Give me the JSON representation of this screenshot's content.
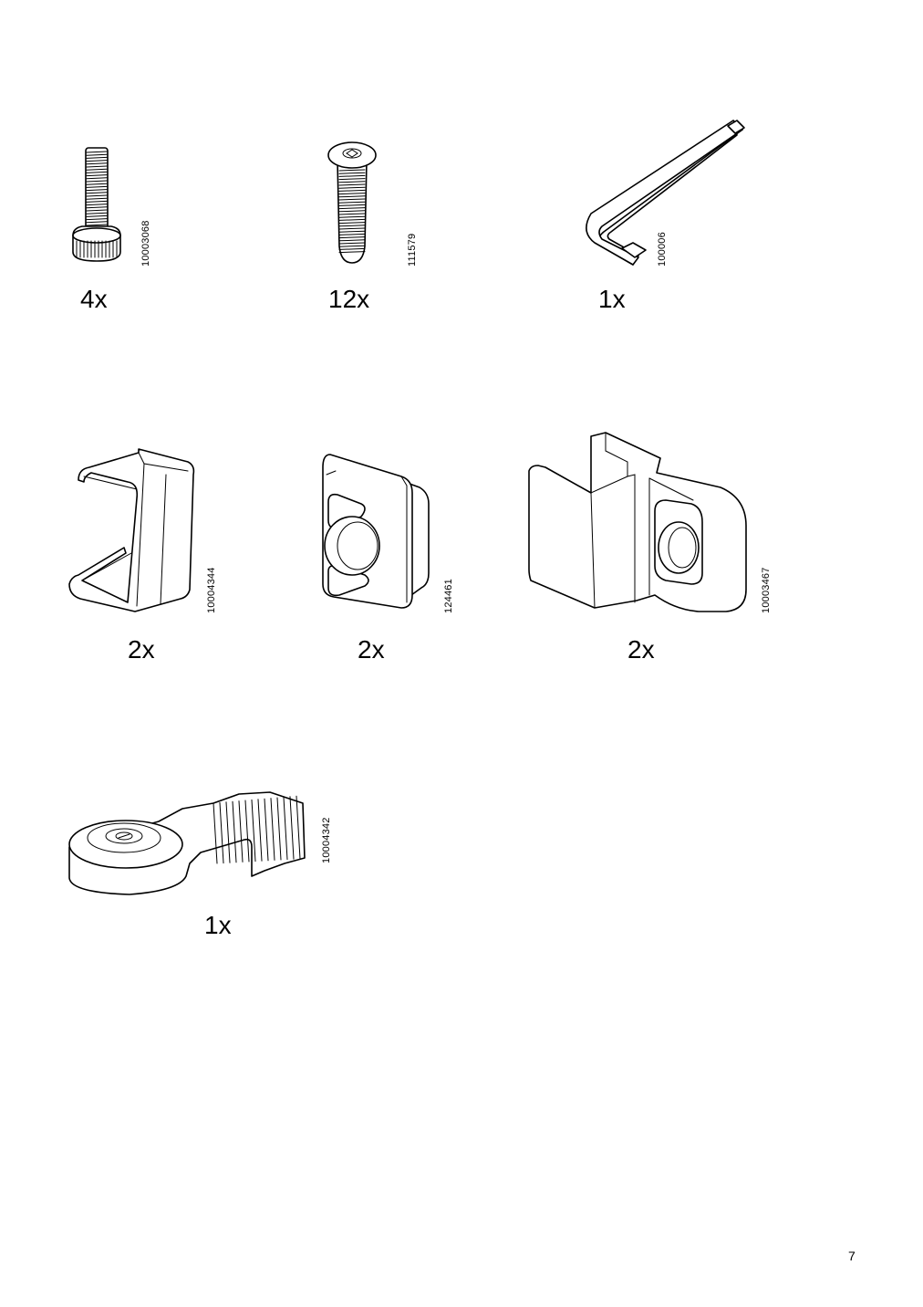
{
  "parts": [
    {
      "name": "leveling-foot-screw",
      "code": "10003068",
      "quantity": "4x"
    },
    {
      "name": "flat-head-screw",
      "code": "111579",
      "quantity": "12x"
    },
    {
      "name": "allen-key",
      "code": "100006",
      "quantity": "1x"
    },
    {
      "name": "c-bracket",
      "code": "10004344",
      "quantity": "2x"
    },
    {
      "name": "square-connector",
      "code": "124461",
      "quantity": "2x"
    },
    {
      "name": "corner-connector",
      "code": "10003467",
      "quantity": "2x"
    },
    {
      "name": "tool-key",
      "code": "10004342",
      "quantity": "1x"
    }
  ],
  "page": {
    "number": "7"
  }
}
